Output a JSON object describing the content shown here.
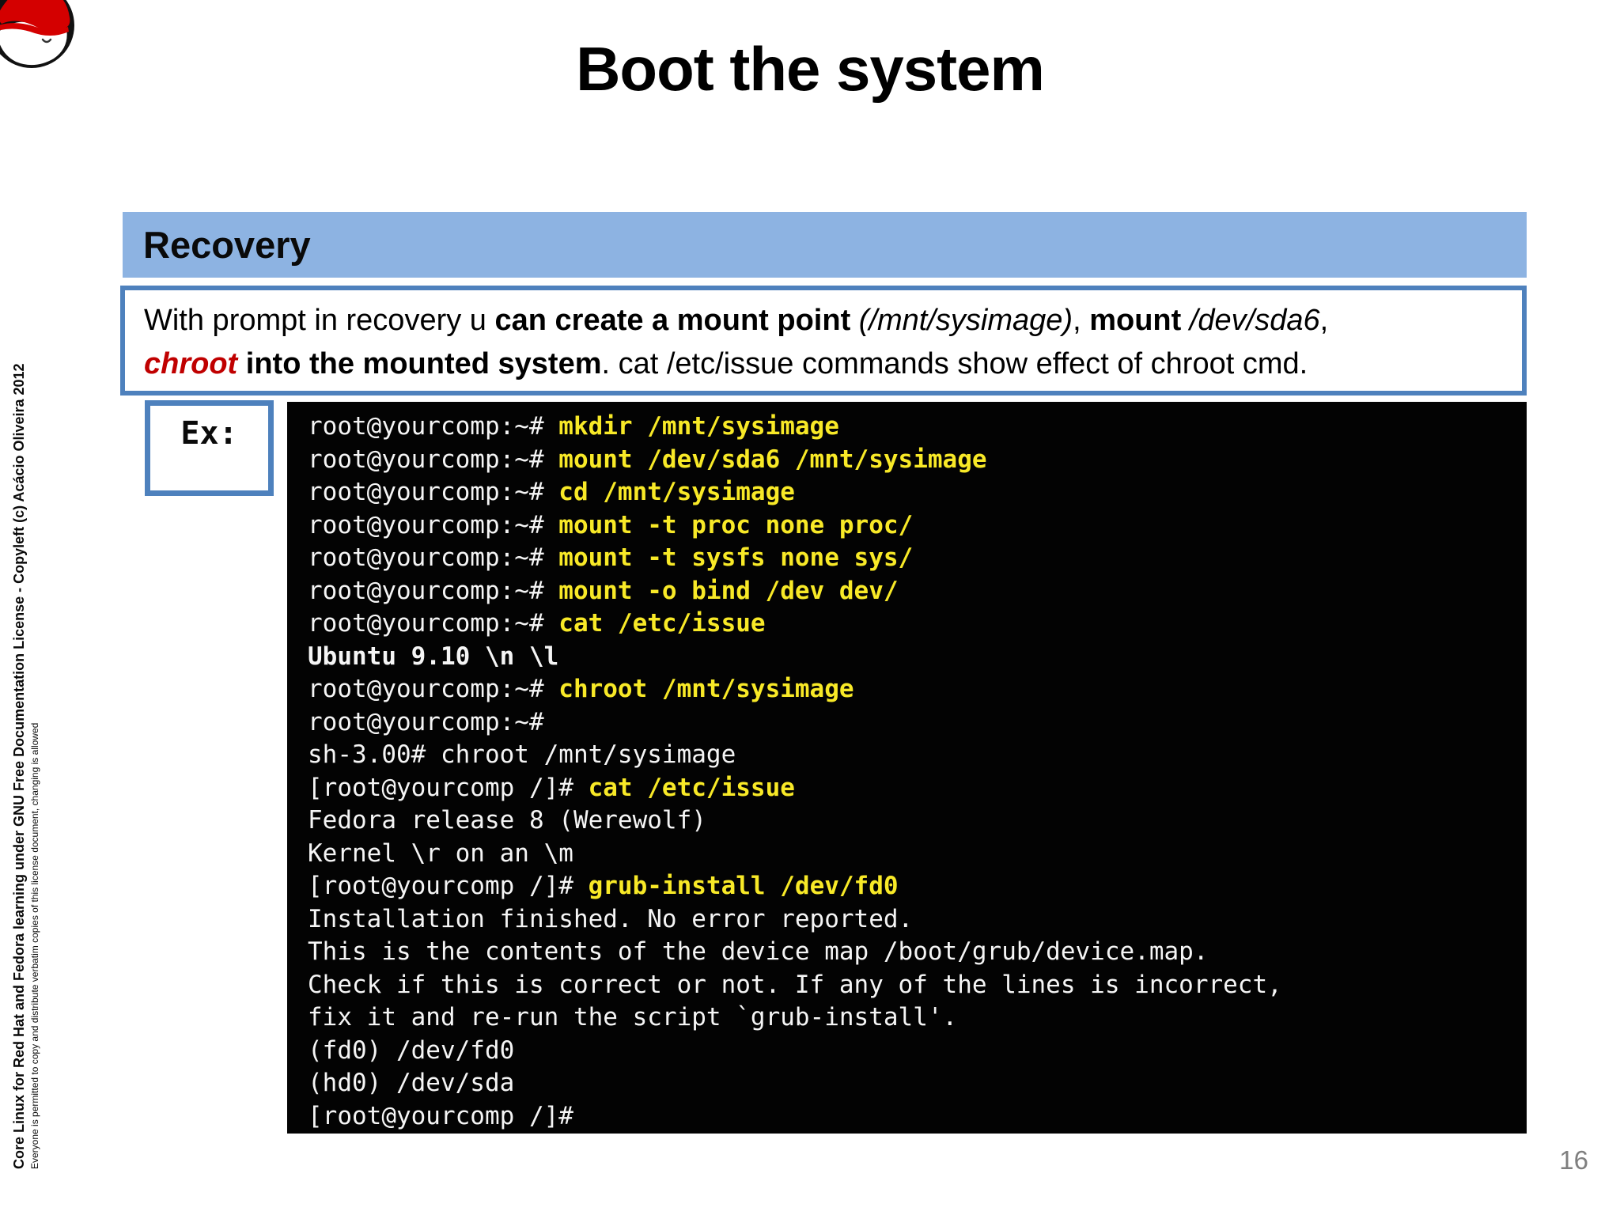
{
  "slide": {
    "title": "Boot the system",
    "page_number": "16"
  },
  "section": {
    "header": "Recovery"
  },
  "description": {
    "lines": [
      [
        {
          "text": "With prompt in recovery u ",
          "style": "regular"
        },
        {
          "text": "can create a mount point",
          "style": "bold"
        },
        {
          "text": " ",
          "style": "regular"
        },
        {
          "text": "(/mnt/sysimage)",
          "style": "italic"
        },
        {
          "text": ", ",
          "style": "regular"
        },
        {
          "text": "mount",
          "style": "bold"
        },
        {
          "text": " ",
          "style": "regular"
        },
        {
          "text": "/dev/sda6",
          "style": "italic"
        },
        {
          "text": ",",
          "style": "regular"
        }
      ],
      [
        {
          "text": "chroot",
          "style": "bold-italic-red"
        },
        {
          "text": " ",
          "style": "regular"
        },
        {
          "text": "into the mounted system",
          "style": "bold"
        },
        {
          "text": ". cat /etc/issue commands show effect of chroot cmd.",
          "style": "regular"
        }
      ]
    ]
  },
  "example": {
    "label": "Ex:"
  },
  "terminal": {
    "lines": [
      {
        "prompt": "root@yourcomp:~# ",
        "command": "mkdir /mnt/sysimage"
      },
      {
        "prompt": "root@yourcomp:~# ",
        "command": "mount /dev/sda6 /mnt/sysimage"
      },
      {
        "prompt": "root@yourcomp:~# ",
        "command": "cd /mnt/sysimage"
      },
      {
        "prompt": "root@yourcomp:~# ",
        "command": "mount -t proc none proc/"
      },
      {
        "prompt": "root@yourcomp:~# ",
        "command": "mount -t sysfs none sys/"
      },
      {
        "prompt": "root@yourcomp:~# ",
        "command": "mount -o bind /dev dev/"
      },
      {
        "prompt": "root@yourcomp:~# ",
        "command": "cat /etc/issue"
      },
      {
        "output": "Ubuntu 9.10 \\n \\l",
        "bold": true
      },
      {
        "prompt": "root@yourcomp:~# ",
        "command": "chroot /mnt/sysimage"
      },
      {
        "prompt": "root@yourcomp:~#",
        "command": ""
      },
      {
        "output": "sh-3.00# chroot /mnt/sysimage"
      },
      {
        "prompt": "[root@yourcomp /]# ",
        "command": "cat /etc/issue"
      },
      {
        "output": "Fedora release 8 (Werewolf)"
      },
      {
        "output": "Kernel \\r on an \\m"
      },
      {
        "prompt": "[root@yourcomp /]# ",
        "command": "grub-install /dev/fd0"
      },
      {
        "output": "Installation finished. No error reported."
      },
      {
        "output": "This is the contents of the device map /boot/grub/device.map."
      },
      {
        "output": "Check if this is correct or not. If any of the lines is incorrect,"
      },
      {
        "output": "fix it and re-run the script `grub-install'."
      },
      {
        "output": "(fd0) /dev/fd0"
      },
      {
        "output": "(hd0) /dev/sda"
      },
      {
        "output": "[root@yourcomp /]#"
      }
    ]
  },
  "sidebar": {
    "line1": "Core Linux for Red Hat and Fedora learning under GNU Free Documentation License - Copyleft (c) Acácio Oliveira 2012",
    "line2": "Everyone is permitted to copy and distribute verbatim copies of this license document, changing is allowed"
  },
  "colors": {
    "header_fill": "#8DB3E2",
    "box_border": "#4E81BD",
    "terminal_bg": "#030303",
    "terminal_text": "#F5F5F5",
    "command_yellow": "#F8E927",
    "chroot_red": "#C00000",
    "page_gray": "#7F7F7F",
    "logo_red": "#D40000"
  }
}
